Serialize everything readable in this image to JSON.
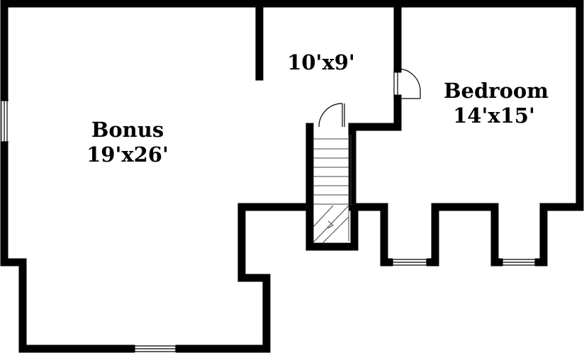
{
  "plan": {
    "rooms": [
      {
        "id": "bonus",
        "name": "Bonus",
        "dimensions": "19'x26'"
      },
      {
        "id": "hall",
        "name": "",
        "dimensions": "10'x9'"
      },
      {
        "id": "bedroom",
        "name": "Bedroom",
        "dimensions": "14'x15'"
      }
    ]
  },
  "colors": {
    "wall": "#000000",
    "background": "#ffffff"
  }
}
